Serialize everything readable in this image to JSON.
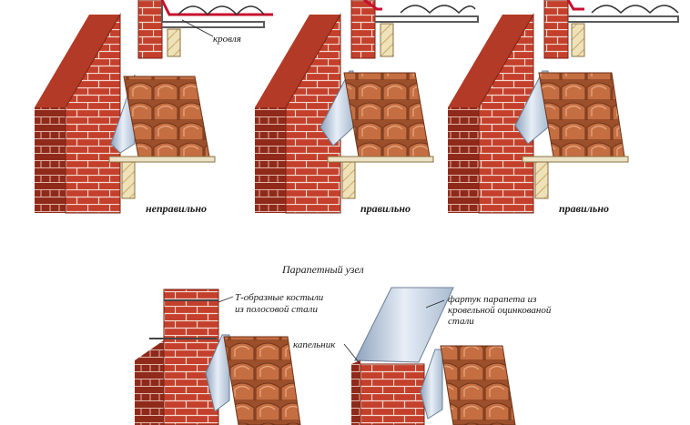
{
  "labels": {
    "roof": "кровля",
    "wrong": "неправильно",
    "right_1": "правильно",
    "right_2": "правильно",
    "parapet_title": "Парапетный узел",
    "t_brackets_1": "Т-образные костыли",
    "t_brackets_2": "из полосовой стали",
    "drip_edge": "капельник",
    "apron_1": "фартук парапета из",
    "apron_2": "кровельной оцинкованой",
    "apron_3": "стали"
  },
  "colors": {
    "brick": "#c4402c",
    "brick_dark": "#8f2a1b",
    "mortar": "#f3d9cf",
    "tile": "#b5623a",
    "tile_light": "#d98a5c",
    "metal": "#c9d6e6",
    "metal_dark": "#8ea3bd",
    "wood": "#efe1b8",
    "flashing_red": "#c8102e"
  }
}
